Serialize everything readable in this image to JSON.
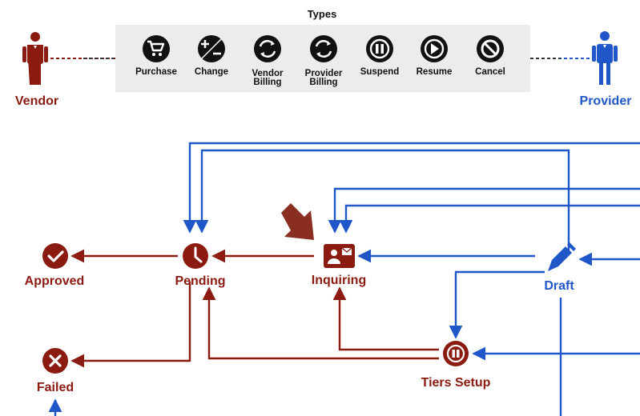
{
  "legend": {
    "title": "Types",
    "types": [
      {
        "label": "Purchase",
        "icon": "cart-icon"
      },
      {
        "label": "Change",
        "icon": "plus-minus-icon"
      },
      {
        "label": "Vendor Billing",
        "icon": "cycle-icon",
        "lines": [
          "Vendor",
          "Billing"
        ]
      },
      {
        "label": "Provider Billing",
        "icon": "cycle-icon",
        "lines": [
          "Provider",
          "Billing"
        ]
      },
      {
        "label": "Suspend",
        "icon": "pause-icon"
      },
      {
        "label": "Resume",
        "icon": "play-icon"
      },
      {
        "label": "Cancel",
        "icon": "prohibited-icon"
      }
    ]
  },
  "actors": {
    "vendor": {
      "label": "Vendor",
      "color": "#8b1a10"
    },
    "provider": {
      "label": "Provider",
      "color": "#1f57c8"
    }
  },
  "states": {
    "approved": {
      "label": "Approved",
      "icon": "check-icon"
    },
    "pending": {
      "label": "Pending",
      "icon": "clock-icon"
    },
    "inquiring": {
      "label": "Inquiring",
      "icon": "contact-card-icon"
    },
    "draft": {
      "label": "Draft",
      "icon": "pencil-icon"
    },
    "failed": {
      "label": "Failed",
      "icon": "x-icon"
    },
    "tiers_setup": {
      "label": "Tiers Setup",
      "icon": "pause-icon"
    }
  },
  "colors": {
    "vendor": "#8b1a10",
    "provider": "#1f57c8",
    "legend_bg": "#ececec",
    "legend_icon": "#111111",
    "pointer_arrow": "#8b2e22"
  }
}
